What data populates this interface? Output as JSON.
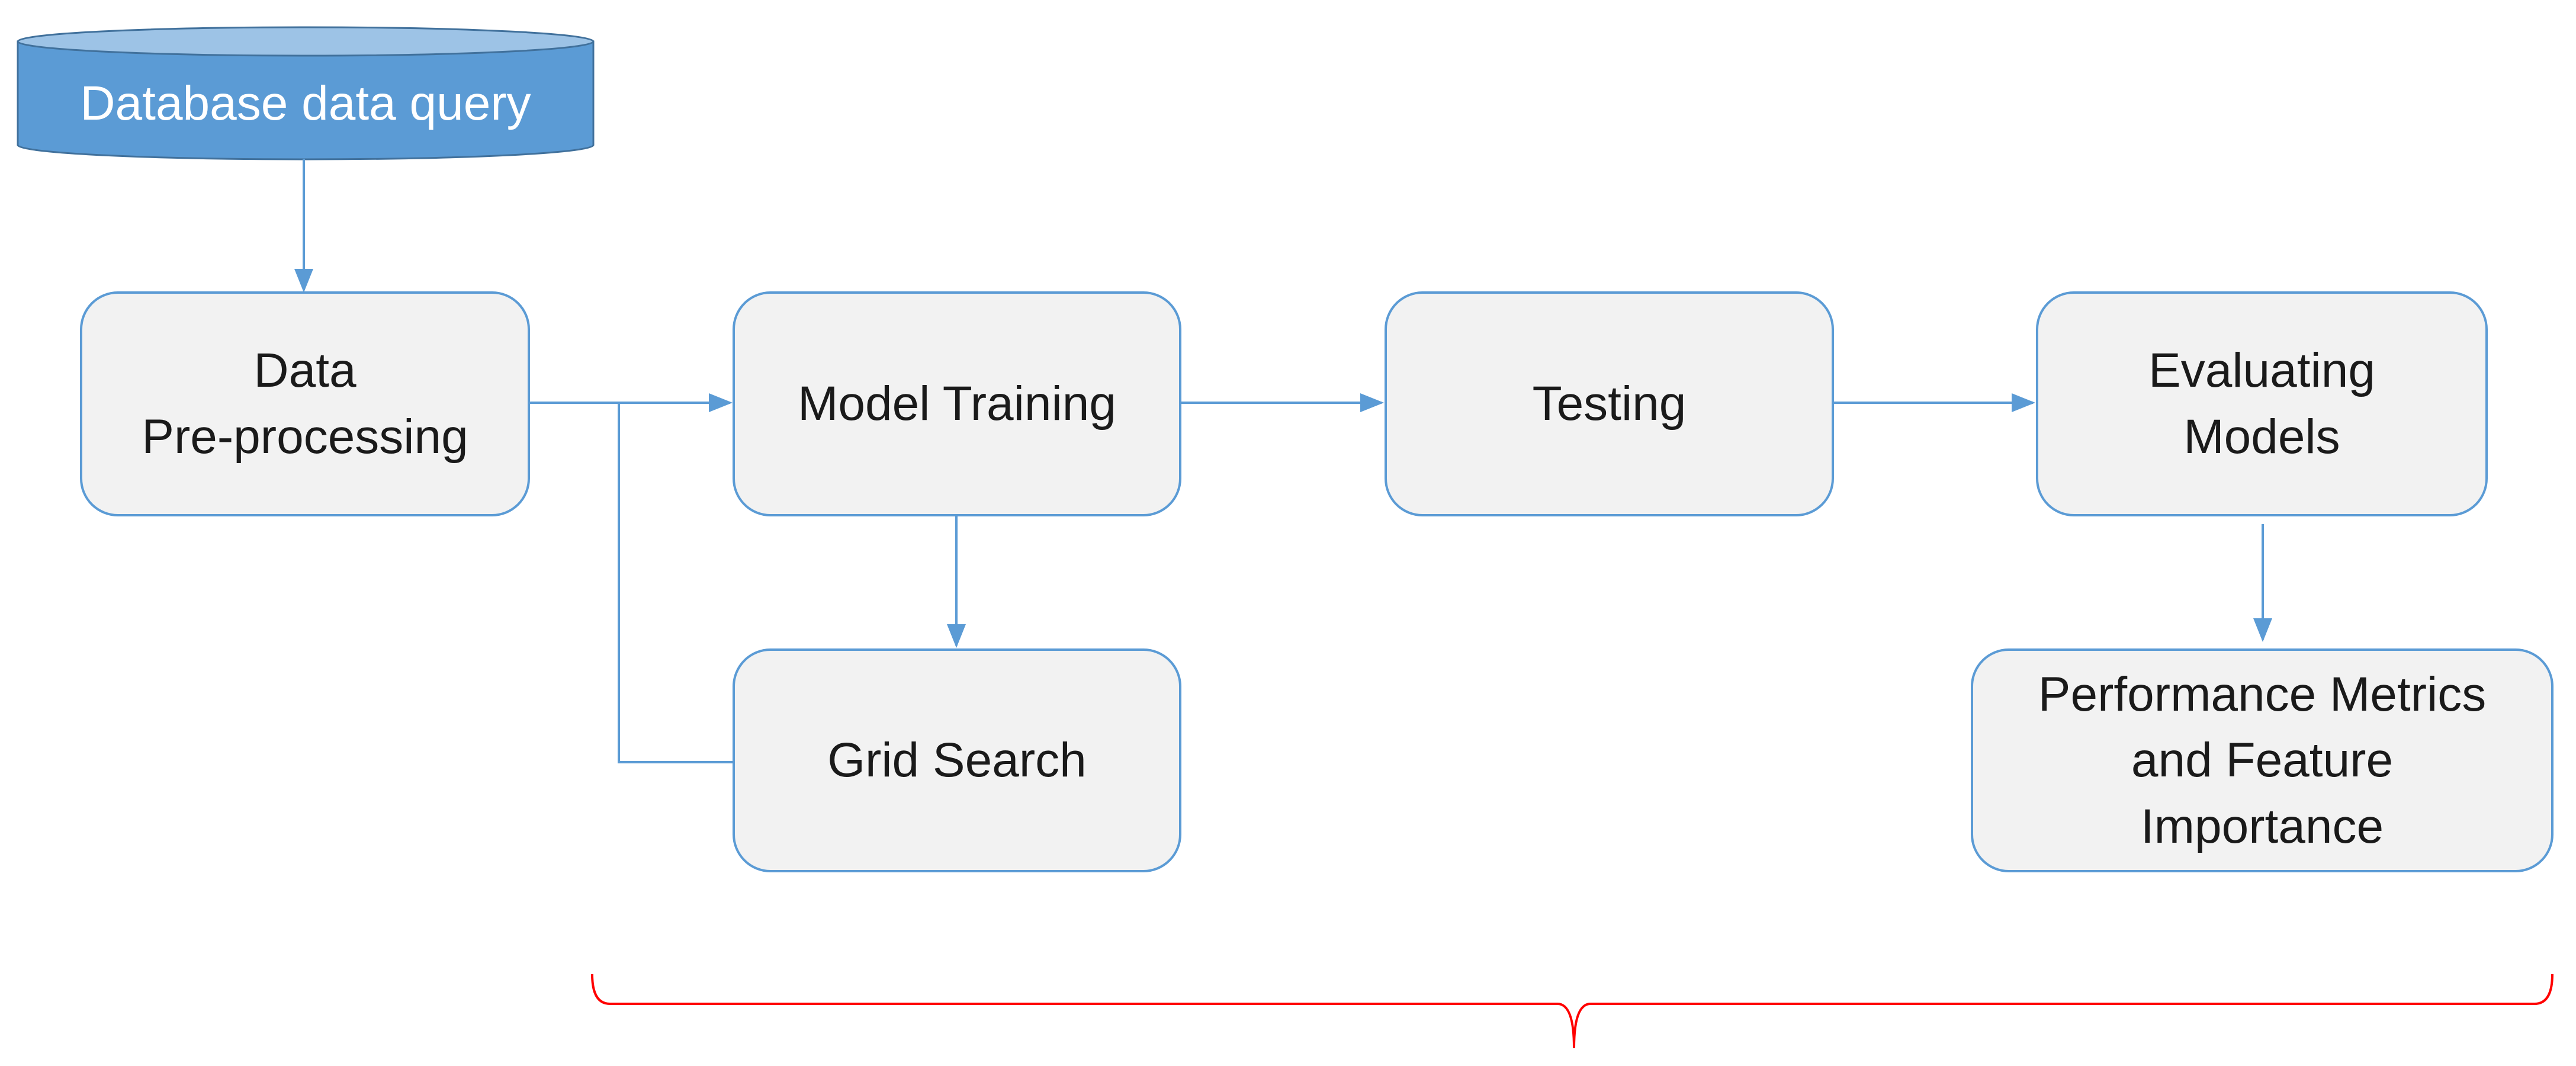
{
  "colors": {
    "node_fill": "#f2f2f2",
    "node_border": "#5b9bd5",
    "database_fill": "#5b9bd5",
    "database_top": "#9dc3e6",
    "arrow": "#5b9bd5",
    "brace": "#ff0000",
    "text": "#1a1a1a",
    "database_text": "#ffffff"
  },
  "database": {
    "label": "Database data query",
    "icon": "database-cylinder-icon"
  },
  "nodes": {
    "preprocessing": {
      "line1": "Data",
      "line2": "Pre-processing"
    },
    "training": {
      "label": "Model Training"
    },
    "grid_search": {
      "label": "Grid Search"
    },
    "testing": {
      "label": "Testing"
    },
    "evaluating": {
      "line1": "Evaluating",
      "line2": "Models"
    },
    "metrics": {
      "line1": "Performance Metrics",
      "line2": "and Feature",
      "line3": "Importance"
    }
  }
}
